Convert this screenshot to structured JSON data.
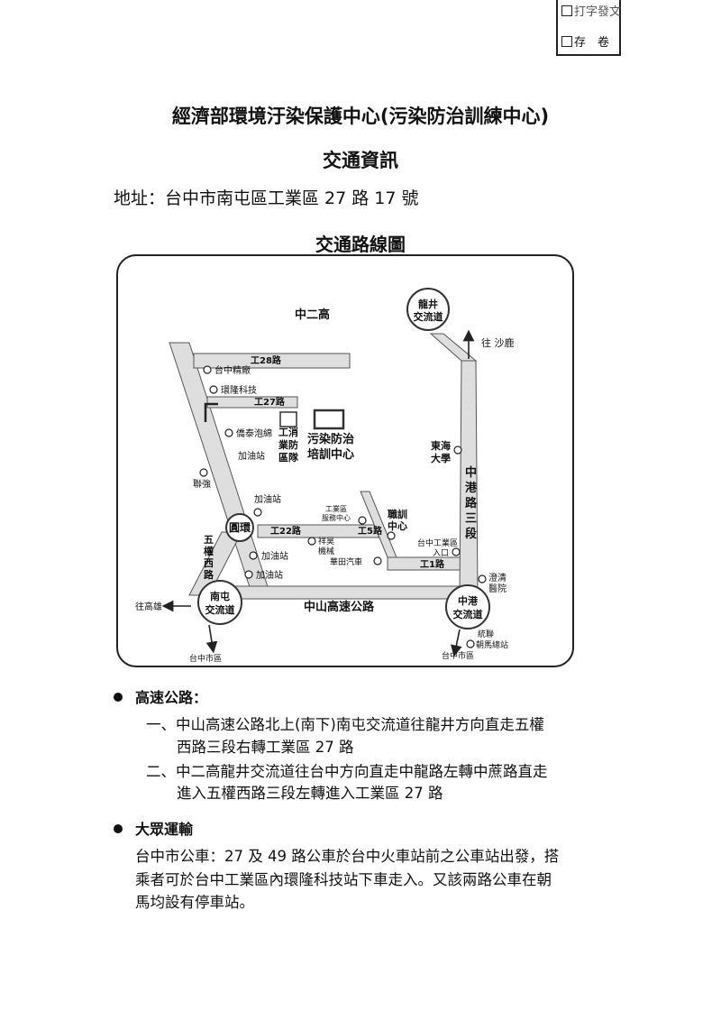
{
  "stamp": {
    "line1": "打字發文",
    "line2": "存　卷"
  },
  "header": {
    "title": "經濟部環境汙染保護中心(污染防治訓練中心)",
    "subtitle": "交通資訊",
    "address": "地址：台中市南屯區工業區 27 路 17 號",
    "map_title": "交通路線圖"
  },
  "map": {
    "zhongergao": "中二高",
    "longjing": [
      "龍井",
      "交流道"
    ],
    "shalu": "往 沙鹿",
    "gong28": "工28路",
    "taichung_jingchang": "台中精廠",
    "huanlong": "環隆科技",
    "gong27": "工27路",
    "fire": [
      "工消",
      "業防",
      "區隊"
    ],
    "center": [
      "污染防治",
      "培訓中心"
    ],
    "qiyuan": "僑泰泡綿",
    "gas1": "加油站",
    "lianqiang": "聯強",
    "gas2": "加油站",
    "roundabout": "圓環",
    "gong22": "工22路",
    "wuquan": [
      "五",
      "權",
      "西",
      "路"
    ],
    "gas3": "加油站",
    "gas4": "加油站",
    "service": [
      "工業區",
      "服務中心"
    ],
    "zhixun": [
      "職訓",
      "中心"
    ],
    "gong5": "工5路",
    "jixiang": [
      "祥昊",
      "機械"
    ],
    "qiche": "華田汽車",
    "gong1": "工1路",
    "ic_entrance": [
      "台中工業區",
      "入口"
    ],
    "donghai": [
      "東海",
      "大學"
    ],
    "zhonggang": [
      "中",
      "港",
      "路",
      "三",
      "段"
    ],
    "chengqing": [
      "澄清",
      "醫院"
    ],
    "nantun_ic": [
      "南屯",
      "交流道"
    ],
    "zhonggang_ic": [
      "中港",
      "交流道"
    ],
    "to_gaoxiong": "往高雄",
    "highway": "中山高速公路",
    "city1": "台中市區",
    "city2": "台中市區",
    "bus_station": [
      "統聯",
      "朝馬總站"
    ]
  },
  "sections": {
    "highway_title": "高速公路：",
    "highway_lines": [
      "一、中山高速公路北上(南下)南屯交流道往龍井方向直走五權",
      "西路三段右轉工業區 27 路",
      "二、中二高龍井交流道往台中方向直走中龍路左轉中蔗路直走",
      "進入五權西路三段左轉進入工業區 27 路"
    ],
    "transit_title": "大眾運輸",
    "transit_lines": [
      "台中市公車：27 及 49 路公車於台中火車站前之公車站出發，搭",
      "乘者可於台中工業區內環隆科技站下車走入。又該兩路公車在朝",
      "馬均設有停車站。"
    ]
  }
}
